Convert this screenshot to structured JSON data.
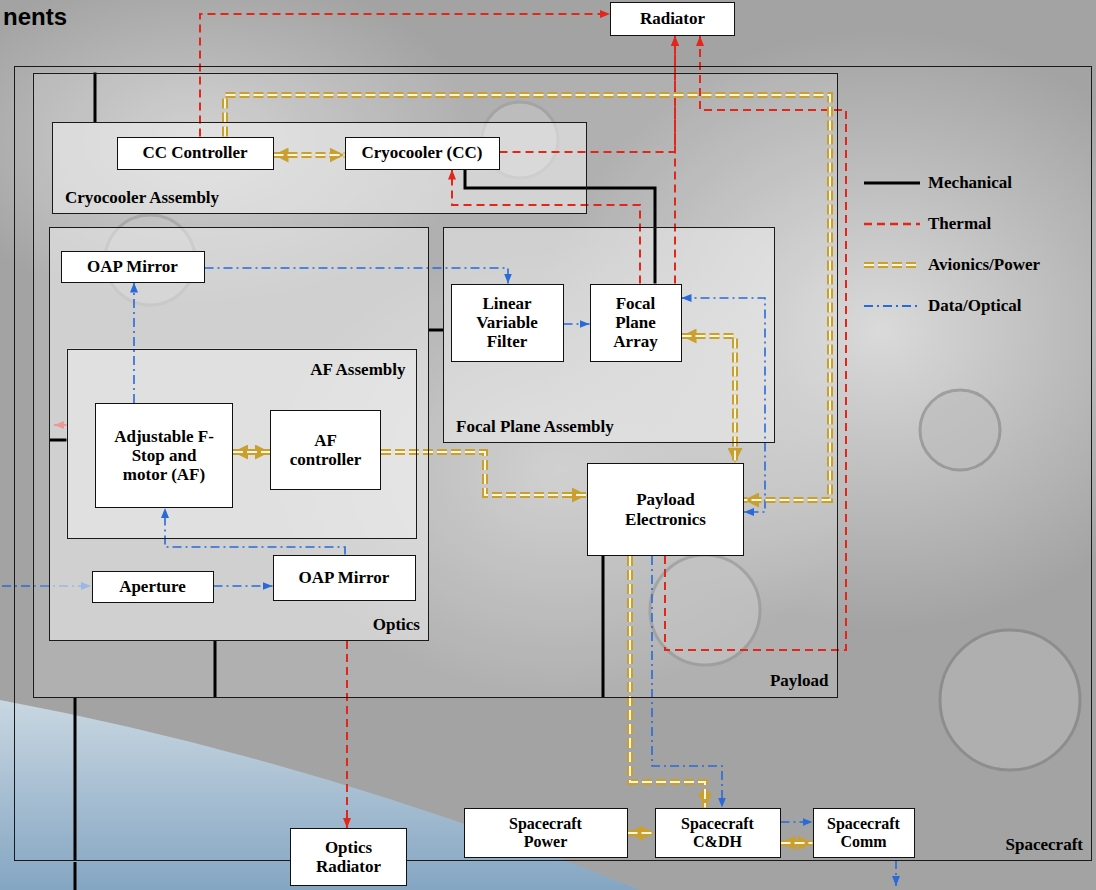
{
  "diagram": {
    "title": "nents",
    "nodes": [
      {
        "text": [
          "Radiator"
        ]
      },
      {
        "text": [
          "Spacecraft"
        ]
      },
      {
        "text": [
          "Payload"
        ],
        "in": 1
      },
      {
        "text": [
          "Cryocooler Assembly"
        ],
        "in": 2
      },
      {
        "text": [
          "CC Controller"
        ],
        "in": 3
      },
      {
        "text": [
          "Cryocooler (CC)"
        ],
        "in": 3
      },
      {
        "text": [
          "Optics"
        ],
        "in": 2
      },
      {
        "text": [
          "OAP Mirror"
        ],
        "in": 6
      },
      {
        "text": [
          "AF Assembly"
        ],
        "in": 6
      },
      {
        "text": [
          "Adjustable F-Stop and motor (AF)"
        ],
        "in": 8
      },
      {
        "text": [
          "AF controller"
        ],
        "in": 8
      },
      {
        "text": [
          "Aperture"
        ],
        "in": 6
      },
      {
        "text": [
          "OAP Mirror"
        ],
        "in": 6
      },
      {
        "text": [
          "Focal Plane Assembly"
        ],
        "in": 2
      },
      {
        "text": [
          "Linear Variable Filter"
        ],
        "in": 13
      },
      {
        "text": [
          "Focal Plane Array"
        ],
        "in": 13
      },
      {
        "text": [
          "Payload Electronics"
        ],
        "in": 2
      },
      {
        "text": [
          "Spacecraft Power"
        ],
        "in": 1
      },
      {
        "text": [
          "Spacecraft C&DH"
        ],
        "in": 1
      },
      {
        "text": [
          "Spacecraft Comm"
        ],
        "in": 1
      },
      {
        "text": [
          "Optics Radiator"
        ]
      }
    ],
    "edges": [
      {
        "from": 4,
        "to": 5,
        "arrow": "both"
      },
      {
        "from": 4,
        "to": 0,
        "arrow": "to"
      },
      {
        "from": 5,
        "to": 0,
        "arrow": "to"
      },
      {
        "from": 15,
        "to": 0,
        "arrow": "to"
      },
      {
        "from": 16,
        "to": 0,
        "arrow": "to"
      },
      {
        "from": 15,
        "to": 5,
        "arrow": "to"
      },
      {
        "from": 6,
        "to": 20,
        "arrow": "to"
      },
      {
        "from": 5,
        "to": 15,
        "arrow": "none"
      },
      {
        "from": 11,
        "to": 12,
        "arrow": "to"
      },
      {
        "from": 12,
        "to": 9,
        "arrow": "to"
      },
      {
        "from": 9,
        "to": 7,
        "arrow": "to"
      },
      {
        "from": 7,
        "to": 14,
        "arrow": "to"
      },
      {
        "from": 14,
        "to": 15,
        "arrow": "to"
      },
      {
        "from": 15,
        "to": 16,
        "arrow": "both"
      },
      {
        "from": 15,
        "to": 16,
        "arrow": "both"
      },
      {
        "from": 9,
        "to": 10,
        "arrow": "both"
      },
      {
        "from": 10,
        "to": 16,
        "arrow": "to"
      },
      {
        "from": 4,
        "to": 16,
        "arrow": "to"
      },
      {
        "from": 16,
        "to": 18,
        "arrow": "to"
      },
      {
        "from": 16,
        "to": 18,
        "arrow": "to"
      },
      {
        "from": 17,
        "to": 18,
        "arrow": "both"
      },
      {
        "from": 18,
        "to": 19,
        "arrow": "both"
      },
      {
        "from": 18,
        "to": 19,
        "arrow": "to"
      },
      {
        "from": 3,
        "to": 2,
        "arrow": "none"
      },
      {
        "from": 6,
        "to": 13,
        "arrow": "none"
      },
      {
        "from": 8,
        "to": 6,
        "arrow": "none"
      },
      {
        "from": 6,
        "to": 2,
        "arrow": "none"
      },
      {
        "from": 16,
        "to": 2,
        "arrow": "none"
      },
      {
        "from": 2,
        "to": 1,
        "arrow": "none"
      }
    ],
    "legend": [
      {
        "text": "Mechanical"
      },
      {
        "text": "Thermal"
      },
      {
        "text": "Avionics/Power"
      },
      {
        "text": "Data/Optical"
      }
    ]
  }
}
